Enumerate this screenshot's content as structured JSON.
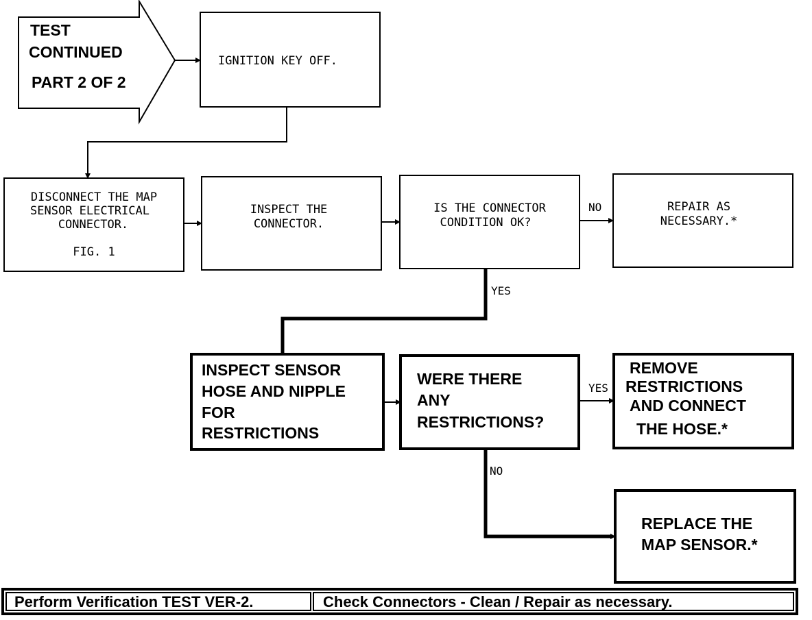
{
  "start": {
    "line1": "TEST",
    "line2": "CONTINUED",
    "line3": "PART 2 OF 2"
  },
  "boxes": {
    "ignition": {
      "line1": "IGNITION KEY OFF."
    },
    "disconnect": {
      "line1": "DISCONNECT THE MAP",
      "line2": "SENSOR ELECTRICAL",
      "line3": "CONNECTOR.",
      "line4": "FIG. 1"
    },
    "inspect_connector": {
      "line1": "INSPECT THE",
      "line2": "CONNECTOR."
    },
    "connector_ok": {
      "line1": "IS THE CONNECTOR",
      "line2": "CONDITION OK?"
    },
    "repair": {
      "line1": "REPAIR AS",
      "line2": "NECESSARY.*"
    },
    "inspect_hose": {
      "line1": "INSPECT SENSOR",
      "line2": "HOSE AND NIPPLE",
      "line3": "FOR",
      "line4": "RESTRICTIONS"
    },
    "restrictions": {
      "line1": "WERE THERE",
      "line2": "ANY",
      "line3": "RESTRICTIONS?"
    },
    "remove": {
      "line1": "REMOVE",
      "line2": "RESTRICTIONS",
      "line3": "AND CONNECT",
      "line4": "THE HOSE.*"
    },
    "replace": {
      "line1": "REPLACE THE",
      "line2": "MAP SENSOR.*"
    }
  },
  "labels": {
    "no_1": "NO",
    "yes_1": "YES",
    "yes_2": "YES",
    "no_2": "NO"
  },
  "footer": {
    "left": "Perform Verification TEST VER-2.",
    "right": "Check Connectors - Clean / Repair as necessary."
  }
}
